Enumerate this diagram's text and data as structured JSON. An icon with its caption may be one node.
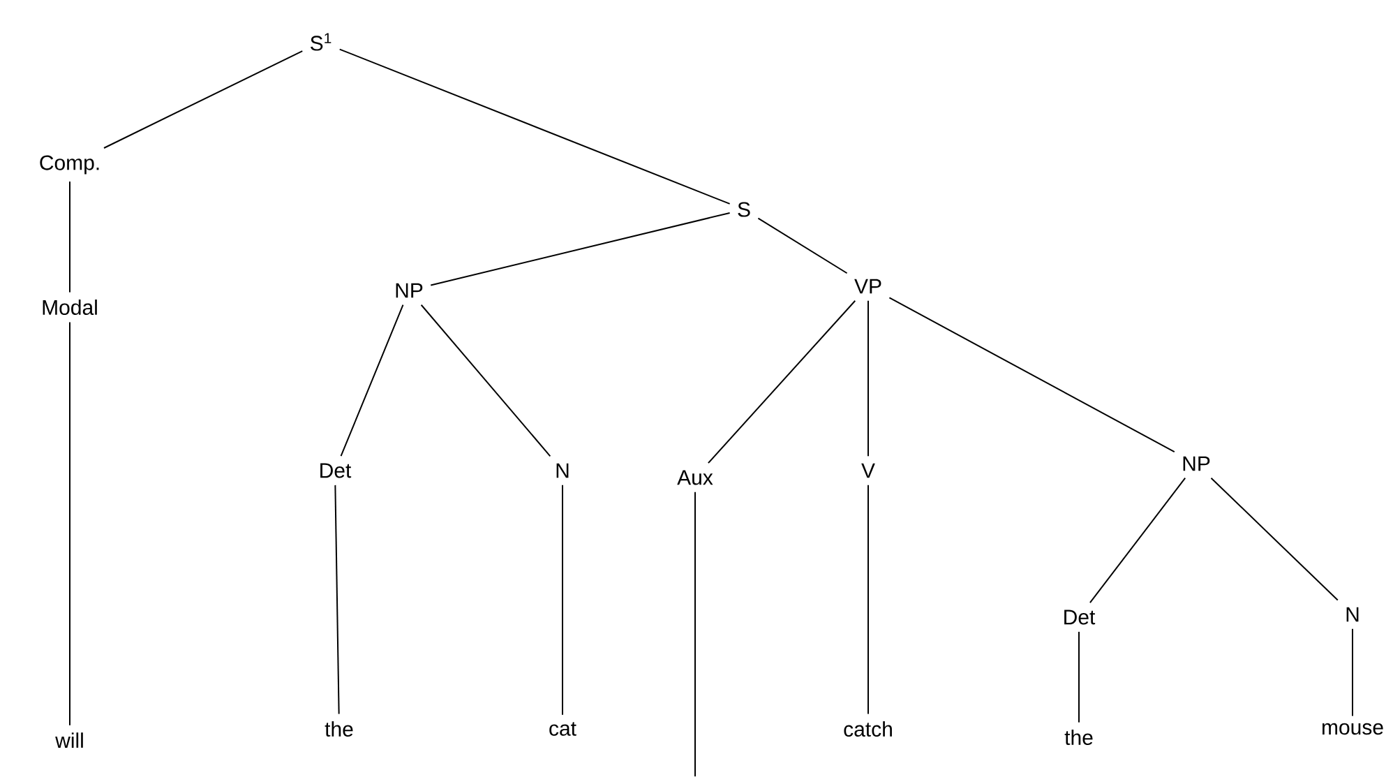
{
  "diagram": {
    "nodes": [
      {
        "text": [
          "S$^{1}$"
        ]
      },
      {
        "text": [
          "Comp."
        ]
      },
      {
        "text": [
          "S"
        ]
      },
      {
        "text": [
          "Modal"
        ]
      },
      {
        "text": [
          "NP"
        ]
      },
      {
        "text": [
          "VP"
        ]
      },
      {
        "text": [
          "Det"
        ]
      },
      {
        "text": [
          "N"
        ]
      },
      {
        "text": [
          "Aux"
        ]
      },
      {
        "text": [
          "V"
        ]
      },
      {
        "text": [
          "NP"
        ]
      },
      {
        "text": [
          "Det"
        ]
      },
      {
        "text": [
          "N"
        ]
      },
      {
        "text": [
          "will"
        ]
      },
      {
        "text": [
          "the"
        ]
      },
      {
        "text": [
          "cat"
        ]
      },
      {
        "text": [
          "catch"
        ]
      },
      {
        "text": [
          "the"
        ]
      },
      {
        "text": [
          "mouse"
        ]
      }
    ],
    "edges": [
      {
        "from": 0,
        "to": 1,
        "arrow": "none"
      },
      {
        "from": 0,
        "to": 2,
        "arrow": "none"
      },
      {
        "from": 1,
        "to": 3,
        "arrow": "none"
      },
      {
        "from": 3,
        "to": 13,
        "arrow": "none"
      },
      {
        "from": 2,
        "to": 4,
        "arrow": "none"
      },
      {
        "from": 2,
        "to": 5,
        "arrow": "none"
      },
      {
        "from": 4,
        "to": 6,
        "arrow": "none"
      },
      {
        "from": 4,
        "to": 7,
        "arrow": "none"
      },
      {
        "from": 6,
        "to": 14,
        "arrow": "none"
      },
      {
        "from": 7,
        "to": 15,
        "arrow": "none"
      },
      {
        "from": 5,
        "to": 8,
        "arrow": "none"
      },
      {
        "from": 5,
        "to": 9,
        "arrow": "none"
      },
      {
        "from": 5,
        "to": 10,
        "arrow": "none"
      },
      {
        "from": 8,
        "to": null,
        "arrow": "none"
      },
      {
        "from": 9,
        "to": 16,
        "arrow": "none"
      },
      {
        "from": 10,
        "to": 11,
        "arrow": "none"
      },
      {
        "from": 10,
        "to": 12,
        "arrow": "none"
      },
      {
        "from": 11,
        "to": 17,
        "arrow": "none"
      },
      {
        "from": 12,
        "to": 18,
        "arrow": "none"
      }
    ]
  }
}
